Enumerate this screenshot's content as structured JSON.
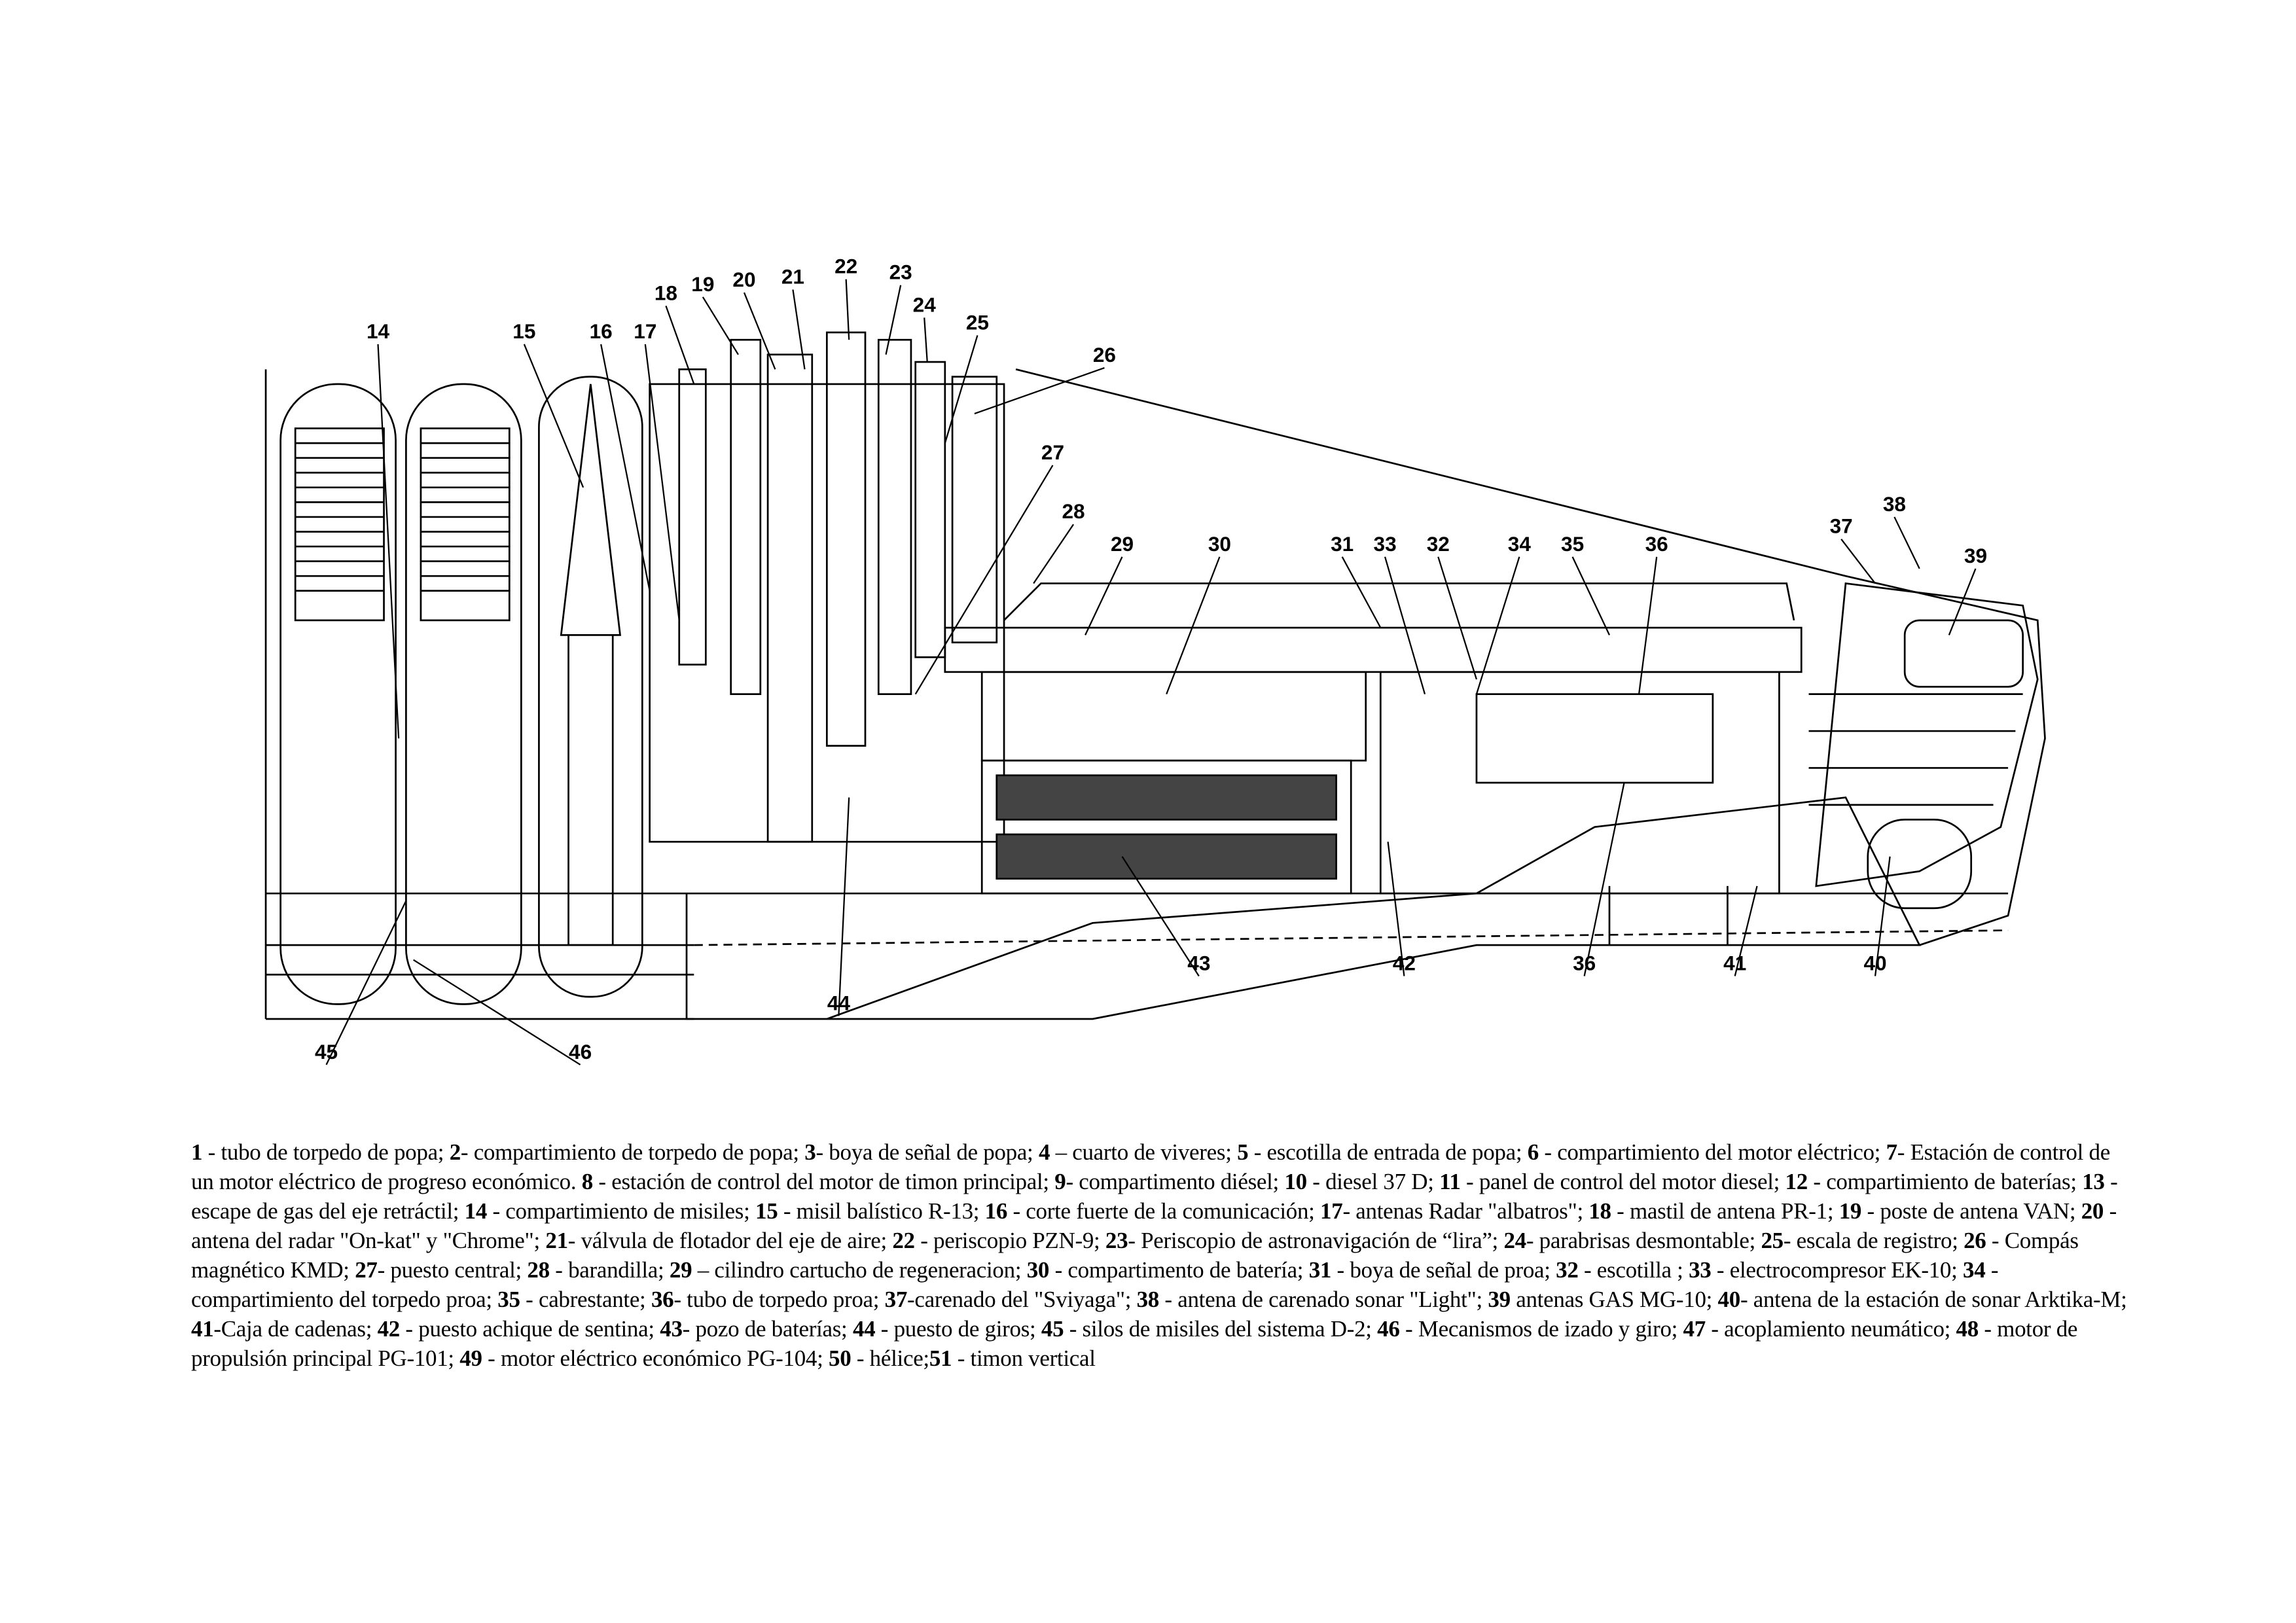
{
  "diagram": {
    "callouts": [
      "14",
      "15",
      "16",
      "17",
      "18",
      "19",
      "20",
      "21",
      "22",
      "23",
      "24",
      "25",
      "26",
      "27",
      "28",
      "29",
      "30",
      "31",
      "33",
      "32",
      "34",
      "35",
      "36",
      "37",
      "38",
      "39",
      "40",
      "41",
      "36",
      "42",
      "43",
      "44",
      "45",
      "46"
    ]
  },
  "legend": [
    {
      "num": "1",
      "text": " - tubo de torpedo de popa; "
    },
    {
      "num": "2",
      "text": "- compartimiento de torpedo de popa; "
    },
    {
      "num": "3",
      "text": "- boya de señal de popa; "
    },
    {
      "num": "4",
      "text": " – cuarto de viveres; "
    },
    {
      "num": "5",
      "text": " - escotilla de entrada de popa; "
    },
    {
      "num": "6",
      "text": " - compartimiento del motor eléctrico; "
    },
    {
      "num": "7",
      "text": "- Estación de control de un motor eléctrico de progreso económico. "
    },
    {
      "num": "8",
      "text": " - estación de control del motor de timon principal; "
    },
    {
      "num": "9",
      "text": "- compartimento diésel; "
    },
    {
      "num": "10",
      "text": " - diesel 37 D; "
    },
    {
      "num": "11",
      "text": " - panel de control del motor diesel; "
    },
    {
      "num": "12",
      "text": " - compartimiento de baterías; "
    },
    {
      "num": "13",
      "text": " - escape de gas del eje retráctil; "
    },
    {
      "num": "14",
      "text": " - compartimiento de misiles; "
    },
    {
      "num": "15",
      "text": " - misil balístico R-13; "
    },
    {
      "num": "16",
      "text": " - corte fuerte de la comunicación; "
    },
    {
      "num": "17",
      "text": "-  antenas Radar \"albatros\"; "
    },
    {
      "num": "18",
      "text": " - mastil de antena PR-1; "
    },
    {
      "num": "19",
      "text": " - poste de antena VAN; "
    },
    {
      "num": "20",
      "text": " - antena del radar \"On-kat\" y \"Chrome\"; "
    },
    {
      "num": "21",
      "text": "- válvula de flotador del eje de aire; "
    },
    {
      "num": "22",
      "text": " - periscopio PZN-9; "
    },
    {
      "num": "23",
      "text": "- Periscopio de astronavigación de “lira”; "
    },
    {
      "num": "24",
      "text": "- parabrisas desmontable; "
    },
    {
      "num": "25",
      "text": "- escala de registro; "
    },
    {
      "num": "26",
      "text": " - Compás magnético KMD; "
    },
    {
      "num": "27",
      "text": "- puesto central; "
    },
    {
      "num": "28",
      "text": " - barandilla; "
    },
    {
      "num": "29",
      "text": " – cilindro cartucho de regeneracion; "
    },
    {
      "num": "30",
      "text": " - compartimento de batería; "
    },
    {
      "num": "31",
      "text": " - boya de señal de proa; "
    },
    {
      "num": "32",
      "text": " - escotilla ; "
    },
    {
      "num": "33",
      "text": " - electrocompresor EK-10; "
    },
    {
      "num": "34",
      "text": " - compartimiento del torpedo proa; "
    },
    {
      "num": "35",
      "text": " - cabrestante; "
    },
    {
      "num": "36",
      "text": "- tubo de torpedo proa; "
    },
    {
      "num": "37",
      "text": "-carenado del \"Sviyaga\"; "
    },
    {
      "num": "38",
      "text": " - antena de carenado sonar \"Light\"; "
    },
    {
      "num": "39",
      "text": " antenas GAS MG-10; "
    },
    {
      "num": "40",
      "text": "- antena de la estación de sonar Arktika-M; "
    },
    {
      "num": "41",
      "text": "-Caja de cadenas; "
    },
    {
      "num": "42",
      "text": " - puesto achique de sentina;  "
    },
    {
      "num": "43",
      "text": "- pozo de baterías; "
    },
    {
      "num": "44",
      "text": " - puesto de giros; "
    },
    {
      "num": "45",
      "text": " - silos de misiles del sistema D-2; "
    },
    {
      "num": "46",
      "text": " - Mecanismos de izado y giro; "
    },
    {
      "num": "47",
      "text": " - acoplamiento neumático; "
    },
    {
      "num": "48",
      "text": " - motor de propulsión principal PG-101; "
    },
    {
      "num": "49",
      "text": " - motor eléctrico  económico PG-104; "
    },
    {
      "num": "50",
      "text": " - hélice;"
    },
    {
      "num": "51",
      "text": " - timon vertical"
    }
  ]
}
